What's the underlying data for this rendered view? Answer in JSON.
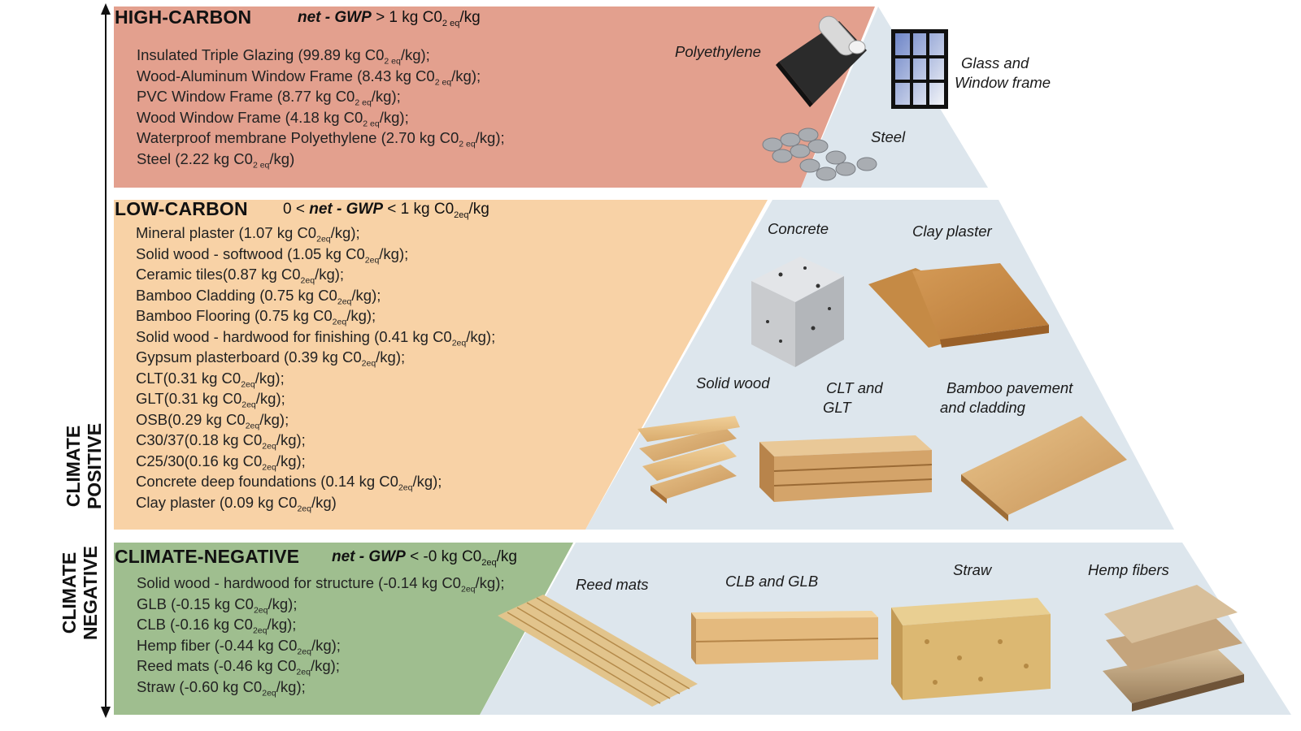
{
  "bands": {
    "high": {
      "title": "HIGH-CARBON",
      "formula": {
        "prefix": "",
        "gwp": "net - GWP",
        "relation": "> 1 kg C0",
        "sub": "2 eq",
        "unit": "/kg"
      },
      "items": [
        {
          "name": "Insulated Triple Glazing (99.89 kg C0",
          "sub": "2 eq",
          "tail": "/kg);"
        },
        {
          "name": "Wood-Aluminum Window Frame (8.43  kg C0",
          "sub": "2 eq",
          "tail": "/kg);"
        },
        {
          "name": "PVC Window Frame (8.77 kg C0",
          "sub": "2 eq",
          "tail": "/kg);"
        },
        {
          "name": "Wood Window Frame (4.18  kg C0",
          "sub": "2 eq",
          "tail": "/kg);"
        },
        {
          "name": "Waterproof membrane Polyethylene (2.70 kg C0",
          "sub": "2 eq",
          "tail": "/kg);"
        },
        {
          "name": "Steel (2.22 kg C0",
          "sub": "2 eq",
          "tail": "/kg)"
        }
      ],
      "materials": [
        "Polyethylene",
        "Glass and",
        "Window frame",
        "Steel"
      ]
    },
    "low": {
      "title": "LOW-CARBON",
      "formula": {
        "prefix": "0 <",
        "gwp": "net - GWP",
        "relation": "< 1 kg C0",
        "sub": "2eq",
        "unit": "/kg"
      },
      "items": [
        {
          "name": "Mineral plaster (1.07 kg C0",
          "sub": "2eq",
          "tail": "/kg);"
        },
        {
          "name": "Solid wood - softwood (1.05 kg C0",
          "sub": "2eq",
          "tail": "/kg);"
        },
        {
          "name": "Ceramic tiles(0.87  kg C0",
          "sub": "2eq",
          "tail": "/kg);"
        },
        {
          "name": "Bamboo Cladding (0.75 kg C0",
          "sub": "2eq",
          "tail": "/kg);"
        },
        {
          "name": "Bamboo Flooring (0.75 kg C0",
          "sub": "2eq",
          "tail": "/kg);"
        },
        {
          "name": "Solid wood - hardwood for finishing (0.41 kg C0",
          "sub": "2eq",
          "tail": "/kg);"
        },
        {
          "name": "Gypsum plasterboard (0.39 kg C0",
          "sub": "2eq",
          "tail": "/kg);"
        },
        {
          "name": "CLT(0.31 kg C0",
          "sub": "2eq",
          "tail": "/kg);"
        },
        {
          "name": "GLT(0.31 kg C0",
          "sub": "2eq",
          "tail": "/kg);"
        },
        {
          "name": "OSB(0.29 kg C0",
          "sub": "2eq",
          "tail": "/kg);"
        },
        {
          "name": "C30/37(0.18 kg C0",
          "sub": "2eq",
          "tail": "/kg);"
        },
        {
          "name": "C25/30(0.16 kg C0",
          "sub": "2eq",
          "tail": "/kg);"
        },
        {
          "name": "Concrete deep foundations (0.14 kg C0",
          "sub": "2eq",
          "tail": "/kg);"
        },
        {
          "name": "Clay plaster (0.09 kg C0",
          "sub": "2eq",
          "tail": "/kg)"
        }
      ],
      "materials": [
        "Concrete",
        "Clay plaster",
        "Solid wood",
        "CLT and",
        "GLT",
        "Bamboo pavement",
        "and cladding"
      ]
    },
    "negative": {
      "title": "CLIMATE-NEGATIVE",
      "formula": {
        "prefix": "",
        "gwp": "net - GWP",
        "relation": "< -0 kg C0",
        "sub": "2eq",
        "unit": "/kg"
      },
      "items": [
        {
          "name": "Solid wood - hardwood for structure (-0.14 kg C0",
          "sub": "2eq",
          "tail": "/kg);"
        },
        {
          "name": "GLB (-0.15 kg C0",
          "sub": "2eq",
          "tail": "/kg);"
        },
        {
          "name": "CLB (-0.16 kg C0",
          "sub": "2eq",
          "tail": "/kg);"
        },
        {
          "name": "Hemp fiber (-0.44 kg C0",
          "sub": "2eq",
          "tail": "/kg);"
        },
        {
          "name": "Reed mats (-0.46 kg C0",
          "sub": "2eq",
          "tail": "/kg);"
        },
        {
          "name": "Straw (-0.60 kg C0",
          "sub": "2eq",
          "tail": "/kg);"
        }
      ],
      "materials": [
        "Reed mats",
        "CLB and GLB",
        "Straw",
        "Hemp fibers"
      ]
    }
  },
  "side_labels": {
    "positive": [
      "CLIMATE",
      "POSITIVE"
    ],
    "negative": [
      "CLIMATE",
      "NEGATIVE"
    ]
  },
  "colors": {
    "high_band": "#e3a08e",
    "low_band": "#f8d2a6",
    "negative_band": "#9fbe8f",
    "pyramid": "#dde6ed"
  }
}
